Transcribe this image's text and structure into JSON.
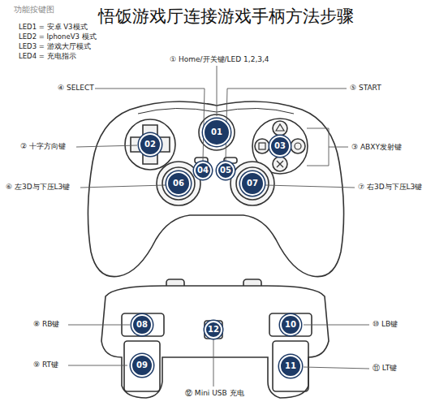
{
  "diagram": {
    "title": "悟饭游戏厅连接游戏手柄方法步骤",
    "nodes": [
      {
        "text": [
          "01"
        ]
      },
      {
        "text": [
          "02"
        ]
      },
      {
        "text": [
          "03"
        ]
      },
      {
        "text": [
          "04"
        ]
      },
      {
        "text": [
          "05"
        ]
      },
      {
        "text": [
          "06"
        ]
      },
      {
        "text": [
          "07"
        ]
      },
      {
        "text": [
          "08"
        ]
      },
      {
        "text": [
          "09"
        ]
      },
      {
        "text": [
          "10"
        ]
      },
      {
        "text": [
          "11"
        ]
      },
      {
        "text": [
          "12"
        ]
      }
    ],
    "labels": [
      "功能按键图",
      "LED1 = 安卓 V3模式",
      "LED2 = IphoneV3 模式",
      "LED3 = 游戏大厅模式",
      "LED4 = 充电指示",
      "① Home/开关键/LED 1,2,3,4",
      "④ SELECT",
      "⑤ START",
      "② 十字方向键",
      "③ ABXY发射键",
      "⑥ 左3D与下压L3键",
      "⑦ 右3D与下压L3键",
      "⑧ RB键",
      "⑩ LB键",
      "⑨ RT键",
      "⑪ LT键",
      "⑫ Mini USB 充电"
    ]
  }
}
